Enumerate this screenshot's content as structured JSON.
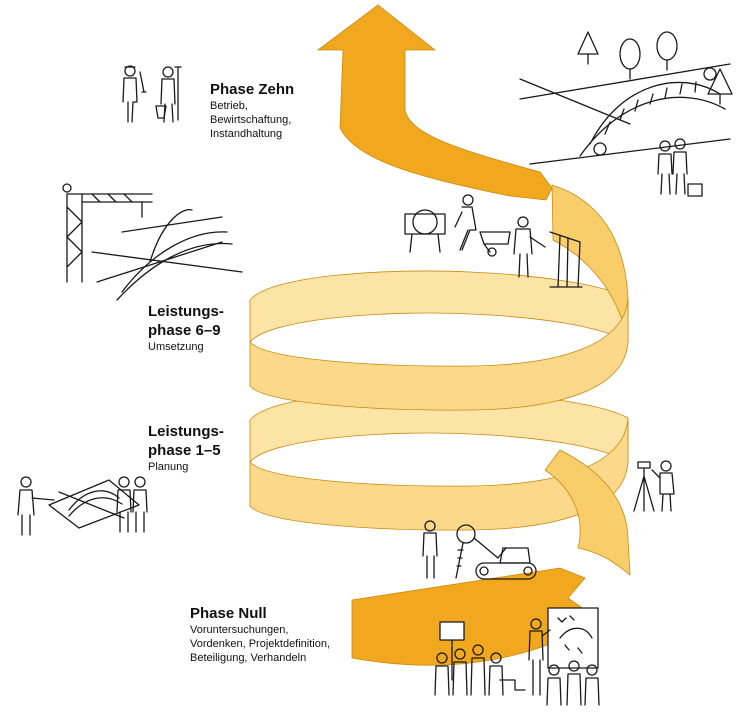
{
  "colors": {
    "ribbon_dark": "#F2A81E",
    "ribbon_mid": "#F9CE6A",
    "ribbon_light": "#FCE4A6",
    "ribbon_edge": "#C98A10",
    "line": "#1a1a1a"
  },
  "phases": {
    "zehn": {
      "title": "Phase Zehn",
      "lines": [
        "Betrieb,",
        "Bewirtschaftung,",
        "Instandhaltung"
      ]
    },
    "lp69": {
      "title_lines": [
        "Leistungs-",
        "phase 6–9"
      ],
      "subtitle": "Umsetzung"
    },
    "lp15": {
      "title_lines": [
        "Leistungs-",
        "phase 1–5"
      ],
      "subtitle": "Planung"
    },
    "null": {
      "title": "Phase Null",
      "lines": [
        "Voruntersuchungen,",
        "Vordenken, Projektdefinition,",
        "Beteiligung, Verhandeln"
      ]
    }
  },
  "icons": [
    "workers-tools-icon",
    "park-bridge-icon",
    "crane-bridge-icon",
    "construction-workers-icon",
    "planning-table-icon",
    "surveyor-icon",
    "excavator-icon",
    "audience-presentation-icon"
  ]
}
